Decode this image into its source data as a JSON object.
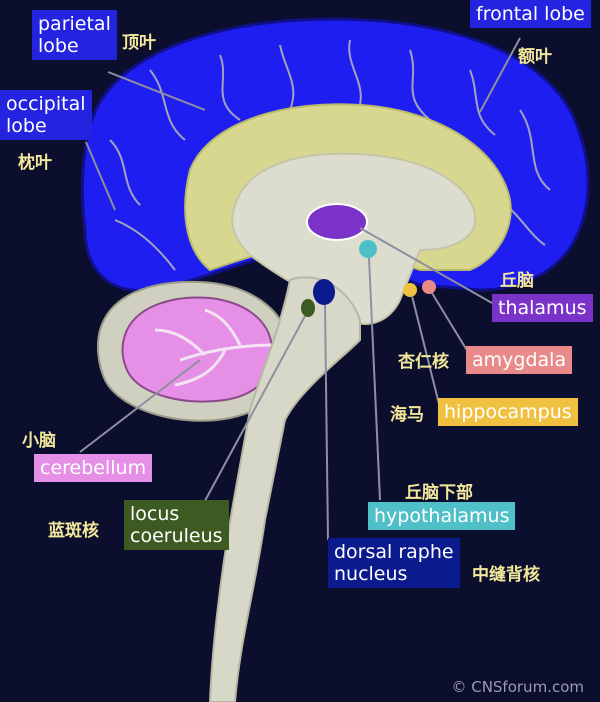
{
  "labels": {
    "frontal_lobe": {
      "en": "frontal lobe",
      "cn": "额叶",
      "color": "#2323e0",
      "text_color": "#ffffff"
    },
    "parietal_lobe": {
      "en": "parietal\nlobe",
      "cn": "顶叶",
      "color": "#2323e0",
      "text_color": "#ffffff"
    },
    "occipital_lobe": {
      "en": "occipital\nlobe",
      "cn": "枕叶",
      "color": "#2323e0",
      "text_color": "#ffffff"
    },
    "thalamus": {
      "en": "thalamus",
      "cn": "丘脑",
      "color": "#7a32c8",
      "text_color": "#ffffff"
    },
    "amygdala": {
      "en": "amygdala",
      "cn": "杏仁核",
      "color": "#e88a8a",
      "text_color": "#ffffff"
    },
    "hippocampus": {
      "en": "hippocampus",
      "cn": "海马",
      "color": "#f0c040",
      "text_color": "#ffffff"
    },
    "hypothalamus": {
      "en": "hypothalamus",
      "cn": "丘脑下部",
      "color": "#4fc0c8",
      "text_color": "#ffffff"
    },
    "dorsal_raphe": {
      "en": "dorsal raphe\nnucleus",
      "cn": "中缝背核",
      "color": "#0b1a8c",
      "text_color": "#ffffff"
    },
    "locus": {
      "en": "locus\ncoeruleus",
      "cn": "蓝斑核",
      "color": "#3d5a22",
      "text_color": "#ffffff"
    },
    "cerebellum": {
      "en": "cerebellum",
      "cn": "小脑",
      "color": "#e58fe6",
      "text_color": "#ffffff"
    }
  },
  "credit": "© CNSforum.com",
  "colors": {
    "cortex": "#1e1ef0",
    "white_matter": "#d7d790",
    "core": "#dcdccf",
    "cerebellum": "#e58fe6",
    "stem": "#d8d8c8",
    "sulcus": "#9fa3c0"
  }
}
